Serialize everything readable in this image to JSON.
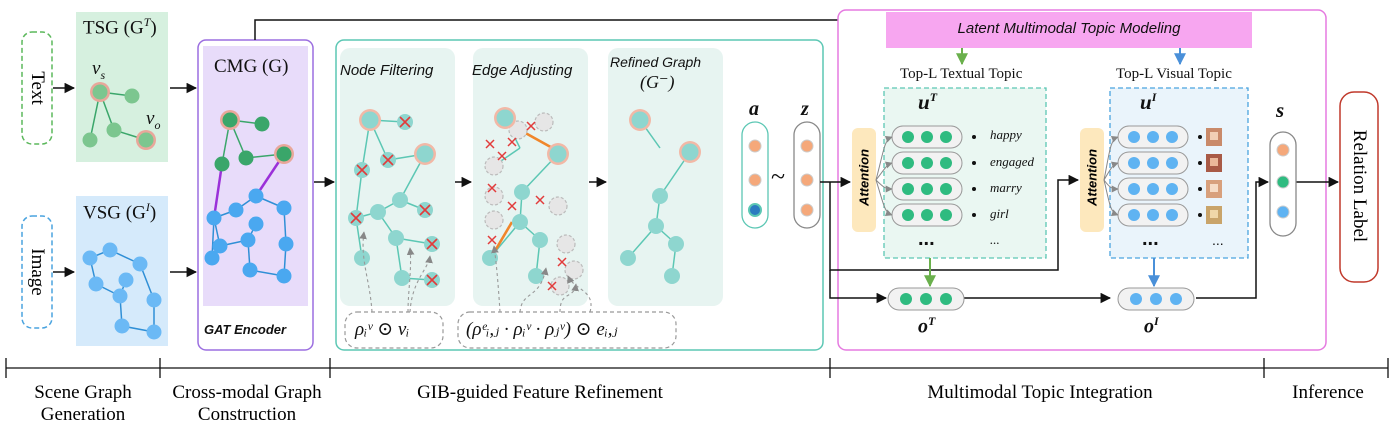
{
  "inputs": {
    "text": "Text",
    "image": "Image"
  },
  "scene_graph": {
    "tsg": "TSG (G",
    "tsg_sup": "T",
    "vsg": "VSG (G",
    "vsg_sup": "I",
    "vs": "v",
    "vs_sub": "s",
    "vo": "v",
    "vo_sub": "o"
  },
  "cmg": {
    "title": "CMG (G)",
    "encoder": "GAT Encoder"
  },
  "gib": {
    "node_filtering": "Node Filtering",
    "edge_adjusting": "Edge Adjusting",
    "refined_graph": "Refined Graph",
    "refined_graph_sym": "(G⁻)",
    "formula_node": "ρᵢᵛ ⊙ vᵢ",
    "formula_edge": "(ρᵉᵢ,ⱼ · ρᵢᵛ · ρⱼᵛ) ⊙ eᵢ,ⱼ",
    "vec_a": "a",
    "vec_z": "z",
    "tilde": "~"
  },
  "topic": {
    "latent": "Latent Multimodal Topic Modeling",
    "textual_title": "Top-L Textual Topic",
    "visual_title": "Top-L Visual Topic",
    "u_t": "u",
    "u_t_sup": "T",
    "u_i": "u",
    "u_i_sup": "I",
    "attention": "Attention",
    "words": [
      "happy",
      "engaged",
      "marry",
      "girl",
      "..."
    ],
    "ellipsis": "...",
    "o_t": "o",
    "o_t_sup": "T",
    "o_i": "o",
    "o_i_sup": "I",
    "s": "s"
  },
  "inference": {
    "relation_label": "Relation Label"
  },
  "stages": [
    "Scene Graph\nGeneration",
    "Cross-modal Graph\nConstruction",
    "GIB-guided Feature Refinement",
    "Multimodal Topic Integration",
    "Inference"
  ],
  "colors": {
    "green_box": "#d9f2e3",
    "blue_box": "#dbeefb",
    "purple_box": "#efe6fb",
    "teal_panel": "#ecf6f4",
    "pink_bar": "#f7a7f0",
    "magenta_frame": "#e57ae0",
    "teal_frame": "#5cc7b4",
    "red_frame": "#c0392b"
  }
}
